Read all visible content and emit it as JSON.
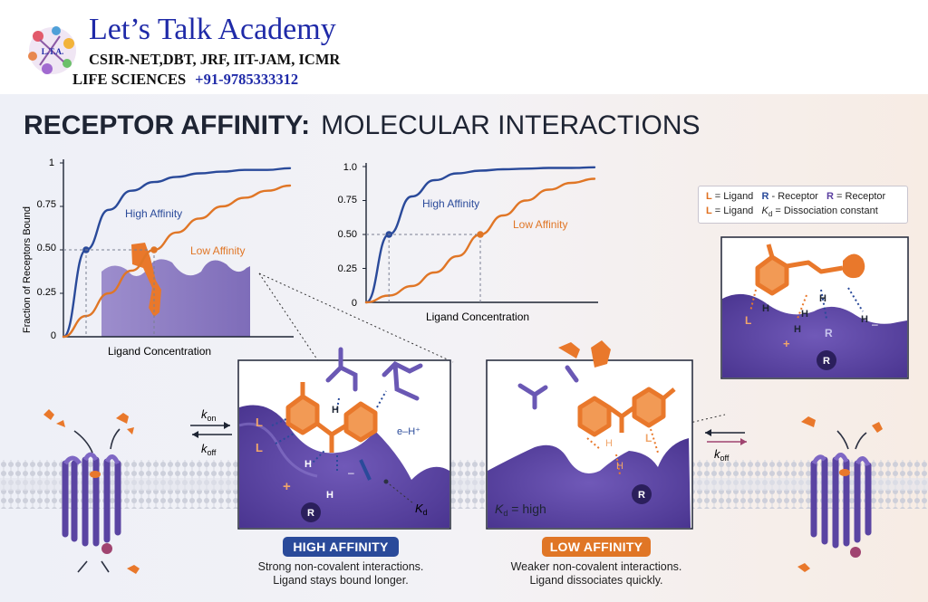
{
  "header": {
    "brand": "Let’s Talk Academy",
    "exams": "CSIR-NET,DBT, JRF, IIT-JAM, ICMR",
    "subject": "LIFE SCIENCES",
    "phone": "+91-9785333312",
    "logo_text": "L.T.A."
  },
  "title": {
    "bold": "RECEPTOR AFFINITY:",
    "light": "MOLECULAR INTERACTIONS"
  },
  "charts": [
    {
      "type": "line",
      "x_label": "Ligand Concentration",
      "y_label": "Fraction of Receptors Bound",
      "y_ticks": [
        "0",
        "0.25",
        "0.50",
        "0.75",
        "1"
      ],
      "curve_labels": {
        "high": "High Affinity",
        "low": "Low Affinity"
      }
    },
    {
      "type": "line",
      "x_label": "Ligand Concentration",
      "y_ticks": [
        "0",
        "0.25",
        "0.50",
        "0.75",
        "1.0"
      ],
      "curve_labels": {
        "high": "High Affinity",
        "low": "Low Affinity"
      }
    }
  ],
  "chart_data": [
    {
      "type": "line",
      "xlabel": "Ligand Concentration",
      "ylabel": "Fraction of Receptors Bound",
      "ylim": [
        0,
        1
      ],
      "x": [
        0,
        1,
        2,
        3,
        4,
        5,
        6,
        7,
        8,
        9,
        10
      ],
      "series": [
        {
          "name": "High Affinity",
          "values": [
            0,
            0.5,
            0.73,
            0.84,
            0.89,
            0.92,
            0.94,
            0.95,
            0.96,
            0.96,
            0.97
          ]
        },
        {
          "name": "Low Affinity",
          "values": [
            0,
            0.12,
            0.25,
            0.38,
            0.5,
            0.6,
            0.68,
            0.75,
            0.8,
            0.84,
            0.87
          ]
        }
      ],
      "markers": [
        {
          "series": "High Affinity",
          "x": 1,
          "y": 0.5
        },
        {
          "series": "Low Affinity",
          "x": 4,
          "y": 0.5
        }
      ],
      "grid": false
    },
    {
      "type": "line",
      "xlabel": "Ligand Concentration",
      "ylim": [
        0,
        1
      ],
      "x": [
        0,
        1,
        2,
        3,
        4,
        5,
        6,
        7,
        8,
        9,
        10
      ],
      "series": [
        {
          "name": "High Affinity",
          "values": [
            0,
            0.5,
            0.78,
            0.9,
            0.95,
            0.97,
            0.98,
            0.985,
            0.99,
            0.99,
            0.995
          ]
        },
        {
          "name": "Low Affinity",
          "values": [
            0,
            0.05,
            0.12,
            0.22,
            0.34,
            0.5,
            0.64,
            0.75,
            0.83,
            0.88,
            0.91
          ]
        }
      ],
      "markers": [
        {
          "series": "High Affinity",
          "x": 1,
          "y": 0.5
        },
        {
          "series": "Low Affinity",
          "x": 5,
          "y": 0.5
        }
      ],
      "grid": false
    }
  ],
  "legend": {
    "row1": [
      {
        "sym": "L",
        "text": " = Ligand",
        "tone": "o"
      },
      {
        "sym": "R",
        "text": " - Receptor",
        "tone": "b"
      },
      {
        "sym": "R",
        "text": " = Receptor",
        "tone": "p"
      }
    ],
    "row2": [
      {
        "sym": "L",
        "text": " = Ligand",
        "tone": "o"
      },
      {
        "sym": "K",
        "sub": "d",
        "text": " = Dissociation constant",
        "tone": "k"
      }
    ]
  },
  "kinetics": {
    "k_on": "k",
    "k_on_sub": "on",
    "k_off": "k",
    "k_off_sub": "off"
  },
  "high_panel": {
    "labels": {
      "L": "L",
      "H": "H",
      "R": "R",
      "plus": "+",
      "minus": "–",
      "kd": "K",
      "kd_sub": "d",
      "e_h": "e–H⁺"
    }
  },
  "low_panel": {
    "labels": {
      "L": "L",
      "H": "H",
      "R": "R",
      "kd": "K",
      "kd_sub": "d",
      "kd_value": " = high"
    }
  },
  "inset": {
    "labels": {
      "L": "L",
      "H": "H",
      "R": "R",
      "plus": "+",
      "minus": "–"
    }
  },
  "badges": {
    "high": "HIGH AFFINITY",
    "low": "LOW AFFINITY"
  },
  "captions": {
    "high": [
      "Strong non-covalent interactions.",
      "Ligand stays bound longer."
    ],
    "low": [
      "Weaker non-covalent interactions.",
      "Ligand dissociates quickly."
    ]
  },
  "colors": {
    "high": "#2a4a9a",
    "low": "#e07626",
    "receptor": "#5a44a2",
    "membrane": "#c8ccd8",
    "dashed": "#7a7f92",
    "accent_blue": "#1f2aa8"
  }
}
